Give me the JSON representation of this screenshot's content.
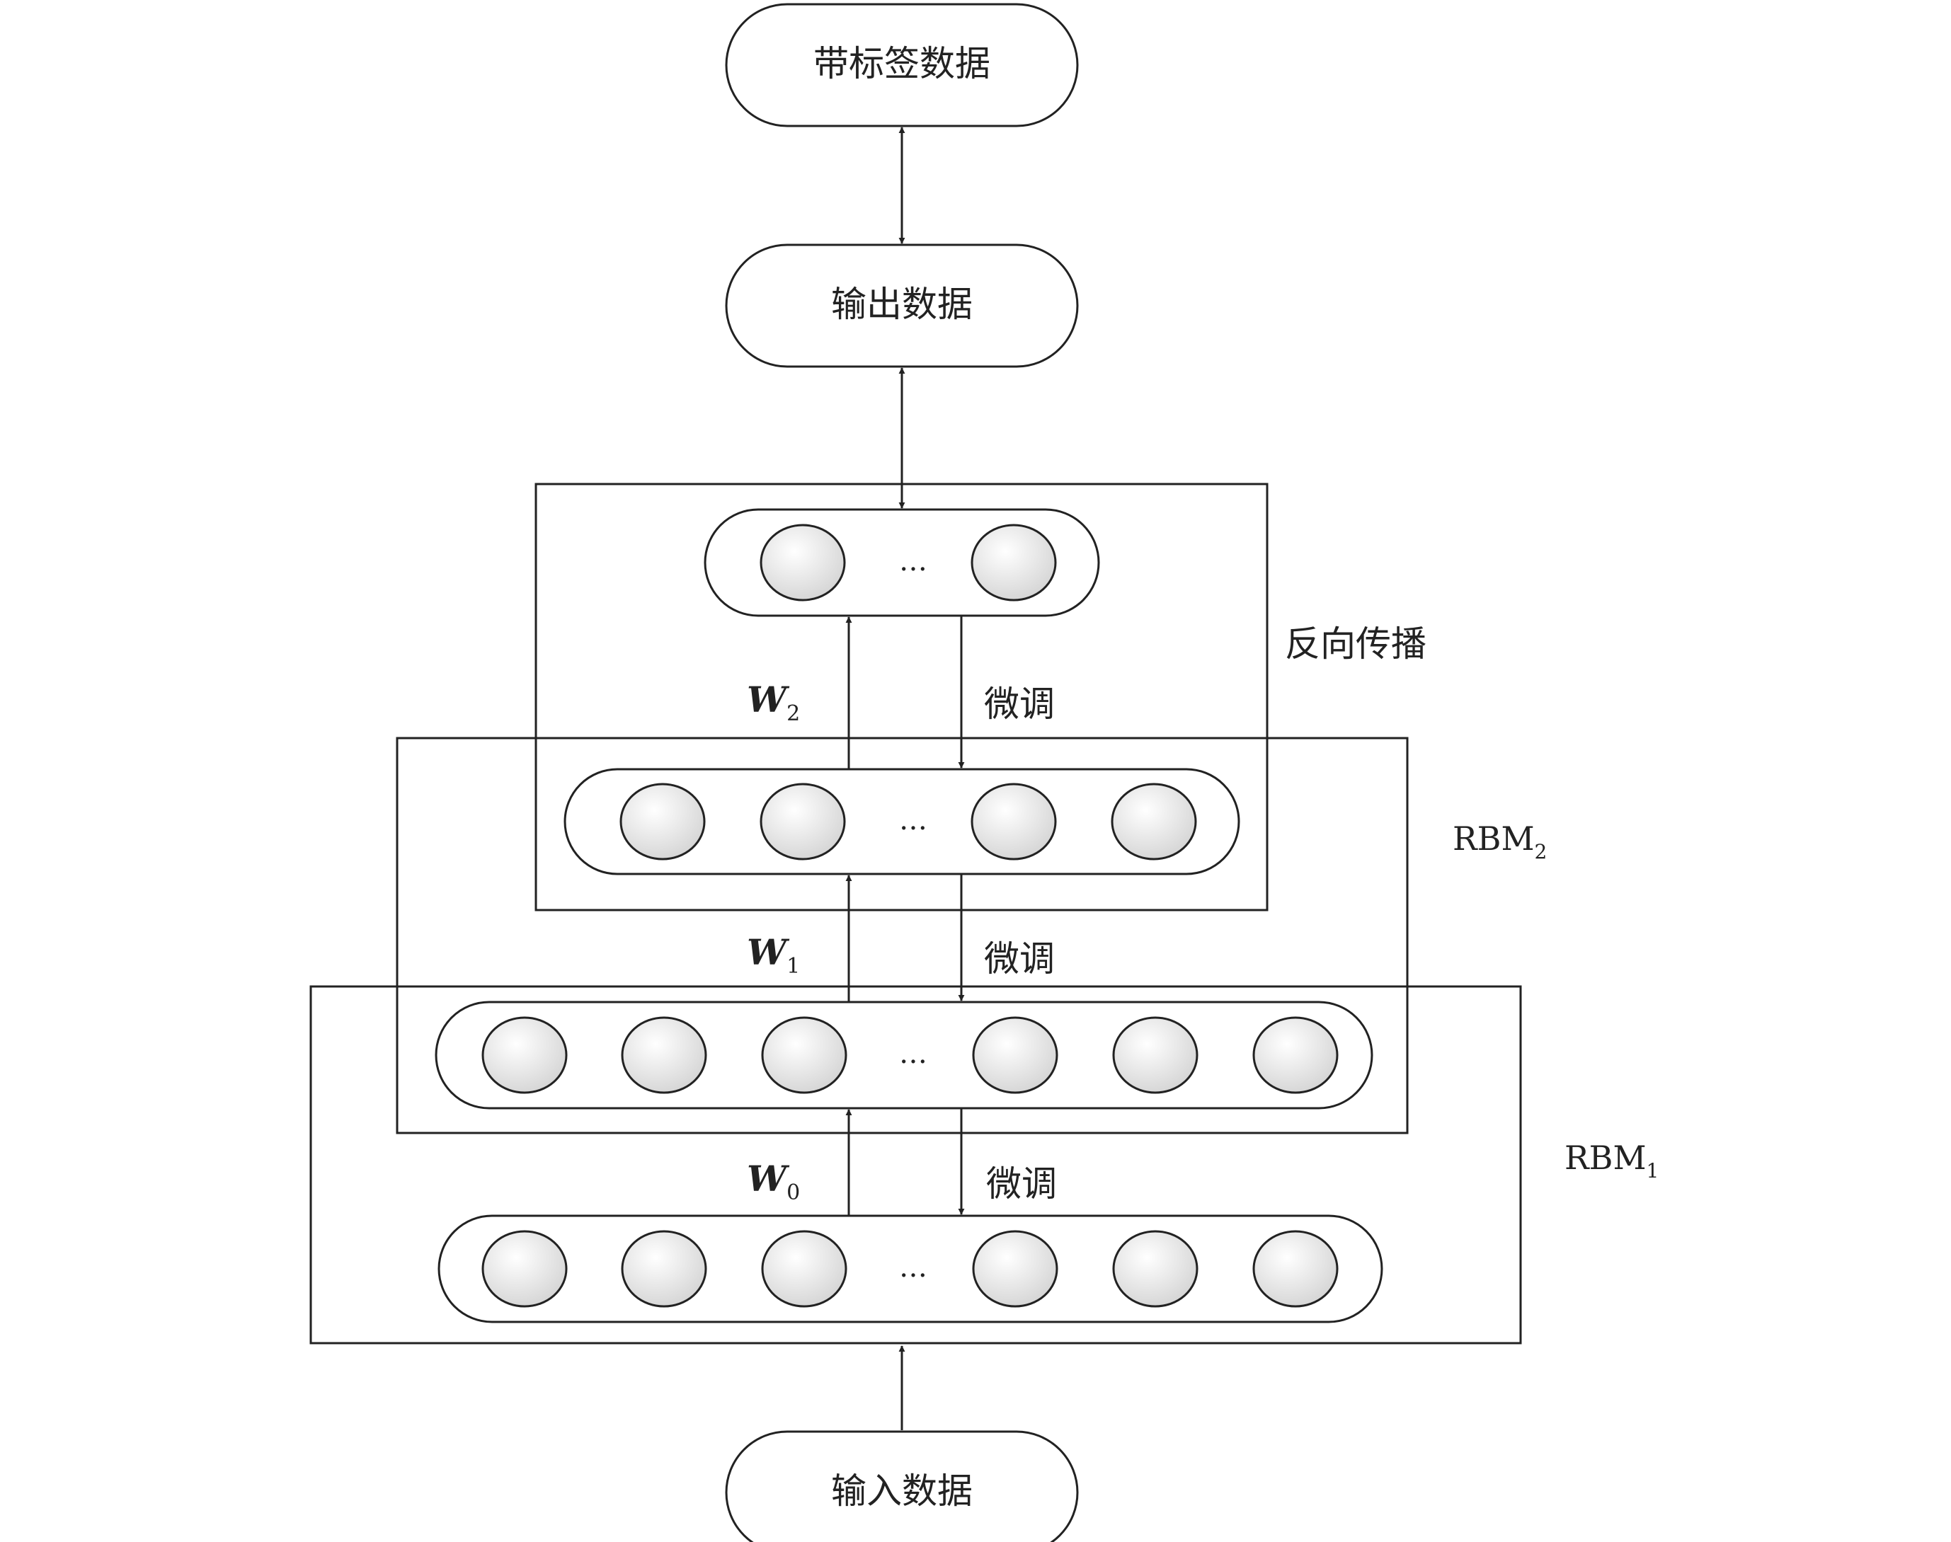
{
  "terminals": {
    "labeled_data": "带标签数据",
    "output_data": "输出数据",
    "input_data": "输入数据"
  },
  "layers": {
    "ellipsis": "…"
  },
  "weights": {
    "w2": {
      "symbol": "W",
      "subscript": "2"
    },
    "w1": {
      "symbol": "W",
      "subscript": "1"
    },
    "w0": {
      "symbol": "W",
      "subscript": "0"
    }
  },
  "fine_tune_label": "微调",
  "boxes": {
    "backprop": "反向传播",
    "rbm2": {
      "text": "RBM",
      "subscript": "2"
    },
    "rbm1": {
      "text": "RBM",
      "subscript": "1"
    }
  },
  "colors": {
    "stroke": "#222222",
    "node_fill_light": "#ffffff",
    "node_fill_dark": "#d4d4d4"
  }
}
